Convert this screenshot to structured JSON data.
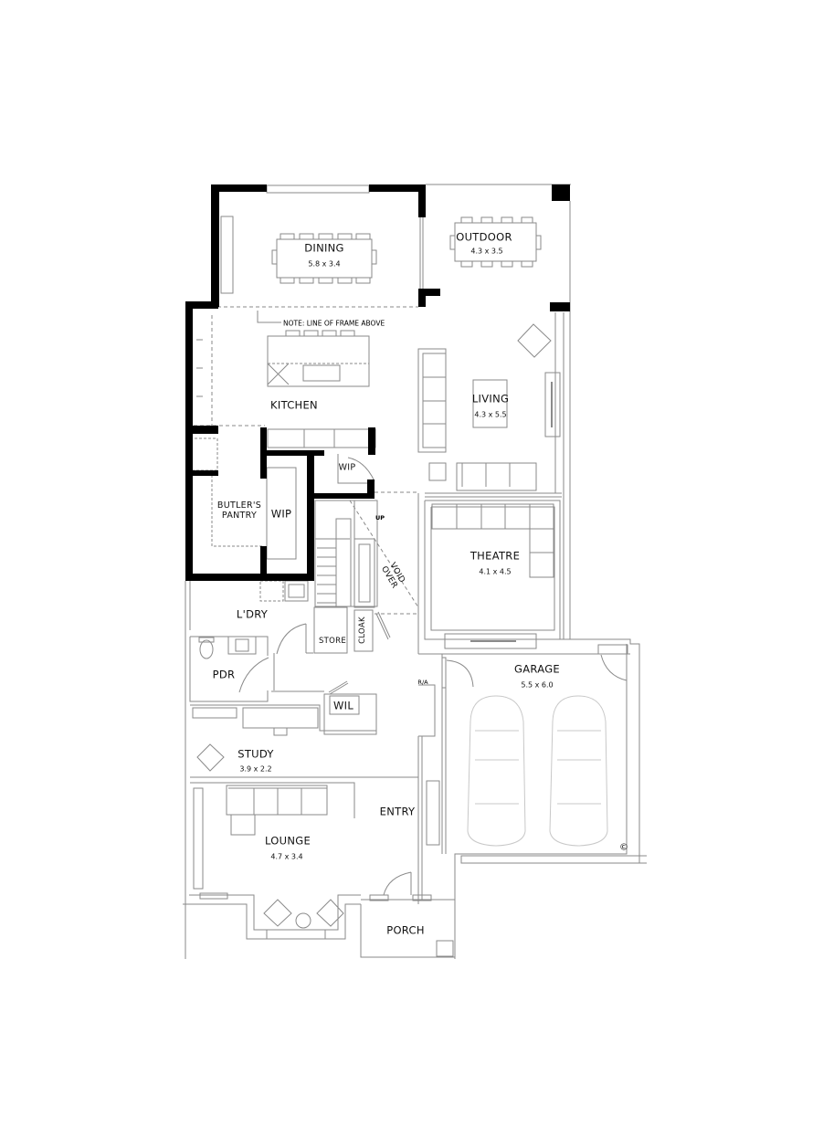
{
  "plan": {
    "rooms": [
      {
        "id": "dining",
        "label": "DINING",
        "dims": "5.8 x 3.4"
      },
      {
        "id": "outdoor",
        "label": "OUTDOOR",
        "dims": "4.3 x 3.5"
      },
      {
        "id": "kitchen",
        "label": "KITCHEN"
      },
      {
        "id": "living",
        "label": "LIVING",
        "dims": "4.3 x 5.5"
      },
      {
        "id": "butlers_pantry",
        "label": "BUTLER'S PANTRY"
      },
      {
        "id": "wip_pantry",
        "label": "WIP"
      },
      {
        "id": "wip_small",
        "label": "WIP"
      },
      {
        "id": "theatre",
        "label": "THEATRE",
        "dims": "4.1 x 4.5"
      },
      {
        "id": "laundry",
        "label": "L'DRY"
      },
      {
        "id": "store",
        "label": "STORE"
      },
      {
        "id": "cloak",
        "label": "CLOAK"
      },
      {
        "id": "pdr",
        "label": "PDR"
      },
      {
        "id": "wil",
        "label": "WIL"
      },
      {
        "id": "garage",
        "label": "GARAGE",
        "dims": "5.5 x 6.0"
      },
      {
        "id": "study",
        "label": "STUDY",
        "dims": "3.9 x 2.2"
      },
      {
        "id": "entry",
        "label": "ENTRY"
      },
      {
        "id": "lounge",
        "label": "LOUNGE",
        "dims": "4.7 x 3.4"
      },
      {
        "id": "porch",
        "label": "PORCH"
      }
    ],
    "annotations": {
      "frame_note": "NOTE: LINE OF FRAME ABOVE",
      "void": "VOID OVER",
      "stair": "UP",
      "ra": "R/A",
      "copyright": "©"
    },
    "colors": {
      "wall": "#000000",
      "line": "#8a8a8a",
      "fixture": "#9a9a9a",
      "background": "#ffffff"
    }
  }
}
